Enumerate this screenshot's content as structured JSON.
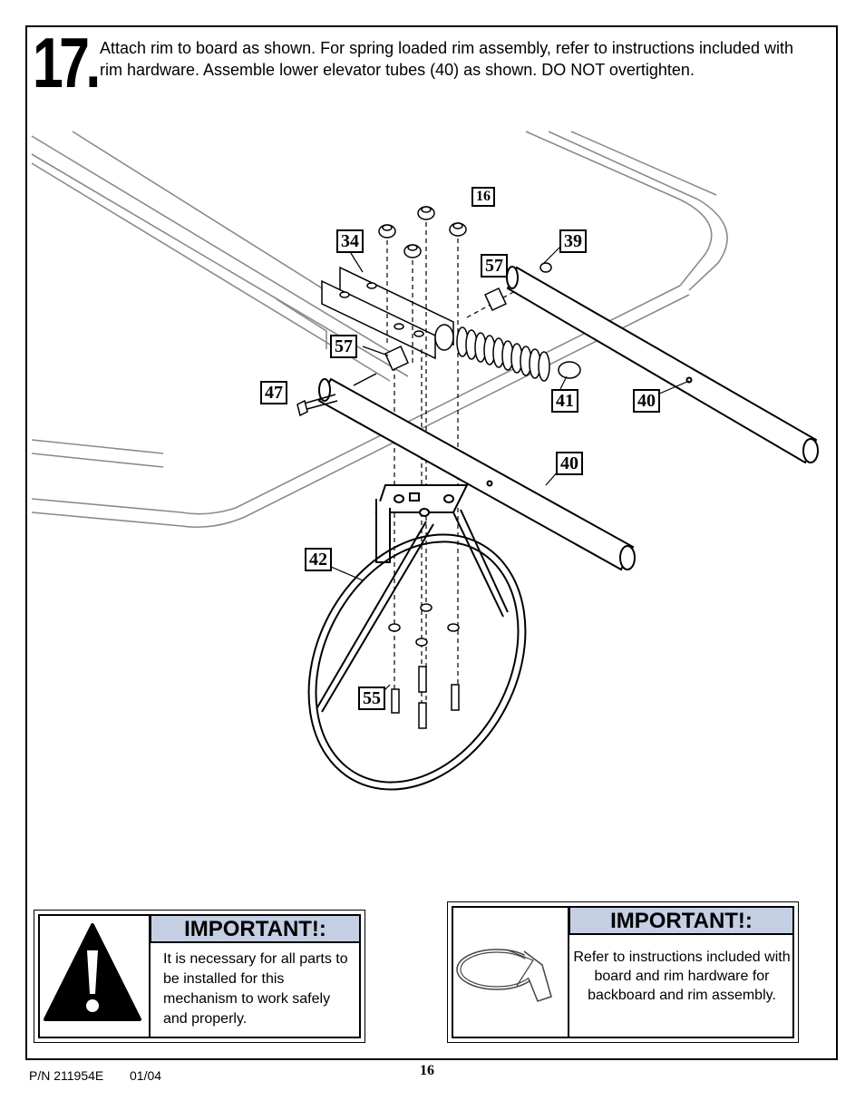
{
  "step": {
    "number": "17.",
    "instruction": "Attach rim to board as shown. For spring loaded rim assembly, refer to instructions included with rim hardware. Assemble lower elevator tubes (40) as shown. DO NOT overtighten."
  },
  "callouts": {
    "c16": "16",
    "c34": "34",
    "c39": "39",
    "c57a": "57",
    "c57b": "57",
    "c47": "47",
    "c41": "41",
    "c40a": "40",
    "c40b": "40",
    "c42": "42",
    "c55": "55"
  },
  "important_left": {
    "title": "IMPORTANT!:",
    "text": "It is necessary for all parts to be installed for this mechanism to work safely and properly."
  },
  "important_right": {
    "title": "IMPORTANT!:",
    "text": "Refer to instructions included with board and rim hardware for backboard and rim assembly."
  },
  "footer": {
    "part_number": "P/N 211954E",
    "date": "01/04",
    "page": "16"
  },
  "colors": {
    "title_bg": "#c5cfe3",
    "line": "#000000",
    "board_line": "#8a8a8a"
  }
}
